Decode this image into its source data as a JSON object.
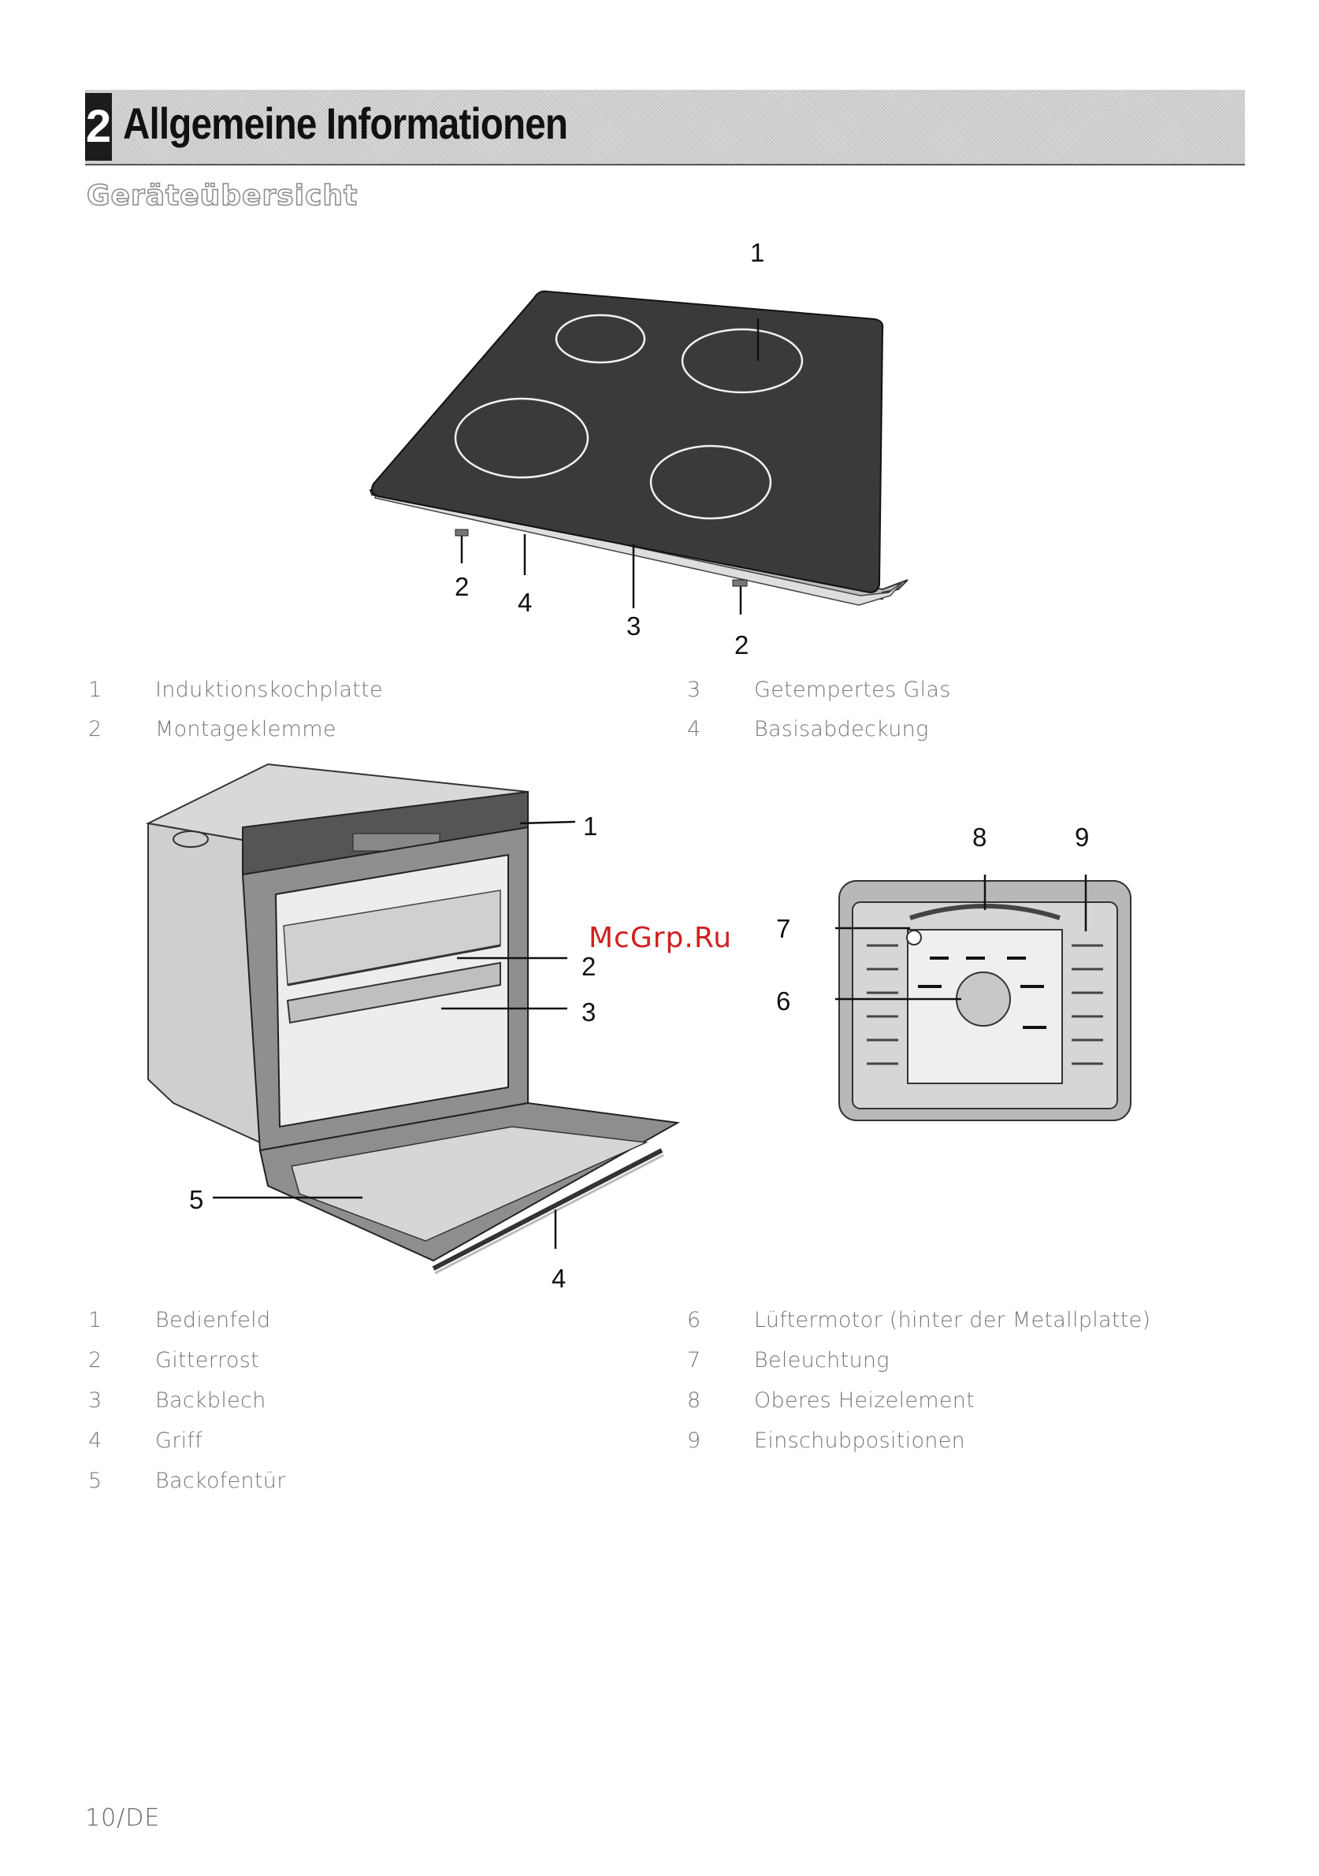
{
  "header": {
    "chapter_number": "2",
    "chapter_title": "Allgemeine Informationen"
  },
  "section": {
    "title": "Geräteübersicht"
  },
  "hob_figure": {
    "callouts": [
      "1",
      "2",
      "4",
      "3",
      "2"
    ],
    "legend": [
      {
        "num": "1",
        "label": "Induktionskochplatte"
      },
      {
        "num": "2",
        "label": "Montageklemme"
      },
      {
        "num": "3",
        "label": "Getempertes Glas"
      },
      {
        "num": "4",
        "label": "Basisabdeckung"
      }
    ]
  },
  "oven_figure": {
    "callouts": [
      "1",
      "2",
      "3",
      "4",
      "5"
    ],
    "interior_callouts": [
      "8",
      "9",
      "7",
      "6"
    ],
    "legend": [
      {
        "num": "1",
        "label": "Bedienfeld"
      },
      {
        "num": "2",
        "label": "Gitterrost"
      },
      {
        "num": "3",
        "label": "Backblech"
      },
      {
        "num": "4",
        "label": "Griff"
      },
      {
        "num": "5",
        "label": "Backofentür"
      },
      {
        "num": "6",
        "label": "Lüftermotor (hinter der Metallplatte)"
      },
      {
        "num": "7",
        "label": "Beleuchtung"
      },
      {
        "num": "8",
        "label": "Oberes Heizelement"
      },
      {
        "num": "9",
        "label": "Einschubpositionen"
      }
    ]
  },
  "watermark": "McGrp.Ru",
  "footer": {
    "page_number": "10/DE"
  }
}
